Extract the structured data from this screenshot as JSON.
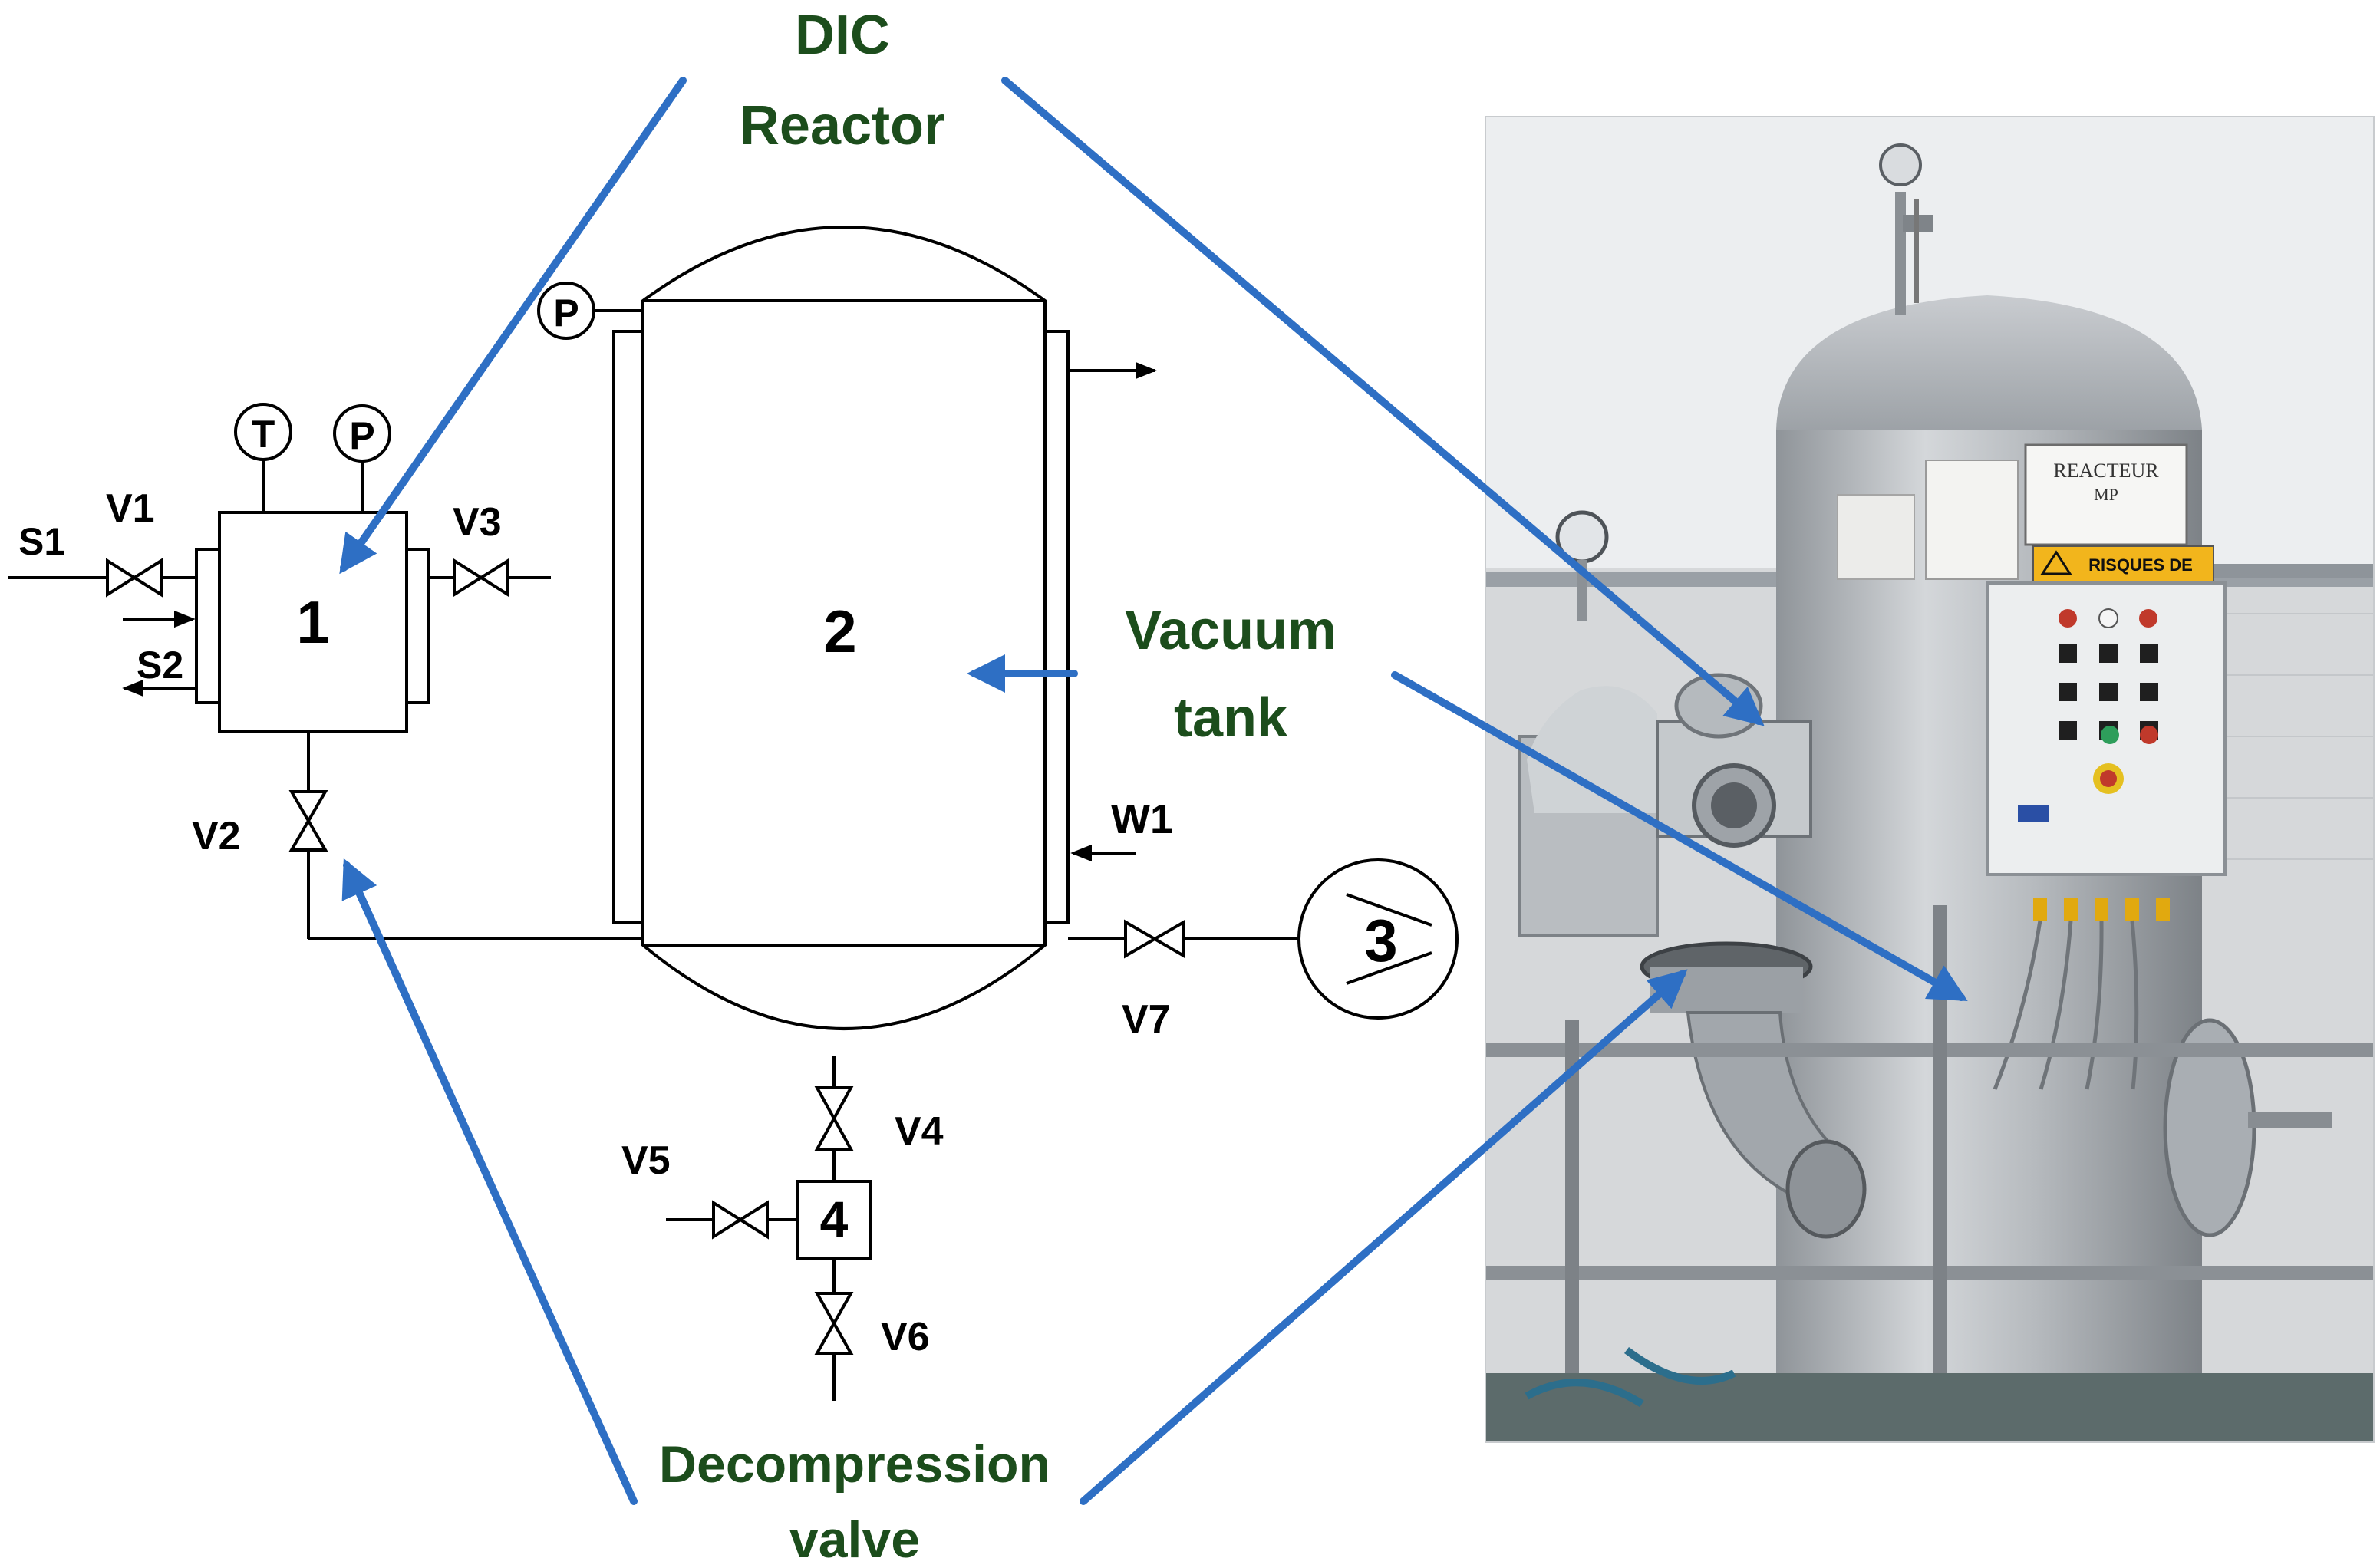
{
  "callouts": {
    "reactor": [
      "DIC",
      "Reactor"
    ],
    "vacuum_tank": [
      "Vacuum",
      "tank"
    ],
    "decompression_valve": [
      "Decompression",
      "valve"
    ]
  },
  "components": {
    "reactor": "1",
    "tank": "2",
    "pump": "3",
    "trap": "4"
  },
  "instruments": {
    "temperature": "T",
    "pressure_reactor": "P",
    "pressure_tank": "P"
  },
  "lines": {
    "s1": "S1",
    "s2": "S2",
    "w1": "W1"
  },
  "valves": {
    "v1": "V1",
    "v2": "V2",
    "v3": "V3",
    "v4": "V4",
    "v5": "V5",
    "v6": "V6",
    "v7": "V7"
  },
  "photo": {
    "sign": [
      "REACTEUR",
      "MP"
    ],
    "warning": "RISQUES DE"
  },
  "colors": {
    "arrow": "#2e6fc4",
    "callout_text": "#1c4d1c",
    "line": "#000000"
  }
}
